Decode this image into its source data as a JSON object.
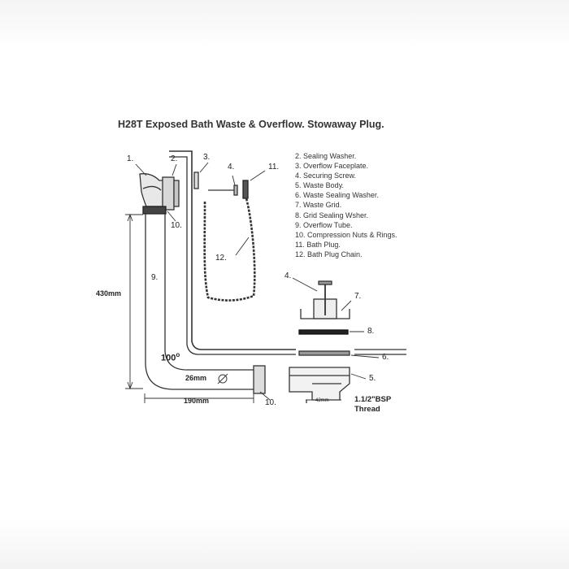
{
  "title": "H28T Exposed Bath Waste & Overflow. Stowaway Plug.",
  "legend": [
    "2. Sealing Washer.",
    "3. Overflow Faceplate.",
    "4. Securing Screw.",
    "5. Waste Body.",
    "6. Waste Sealing Washer.",
    "7. Waste Grid.",
    "8. Grid Sealing Wsher.",
    "9. Overflow Tube.",
    "10. Compression Nuts & Rings.",
    "11. Bath Plug.",
    "12. Bath Plug Chain."
  ],
  "callouts": {
    "c1": "1.",
    "c2": "2.",
    "c3": "3.",
    "c4_top": "4.",
    "c11": "11.",
    "c10_top": "10.",
    "c12": "12.",
    "c9": "9.",
    "c4_right": "4.",
    "c7": "7.",
    "c8": "8.",
    "c6": "6.",
    "c5": "5.",
    "c10_bottom": "10."
  },
  "dimensions": {
    "height": "430mm",
    "angle": "100",
    "angle_unit": "o",
    "diameter": "26mm",
    "diameter_symbol": "Ø",
    "width": "190mm",
    "outlet_width": "42mm",
    "thread_line1": "1.1/2\"BSP",
    "thread_line2": "Thread"
  },
  "colors": {
    "ink": "#333333",
    "washer": "#222222"
  }
}
